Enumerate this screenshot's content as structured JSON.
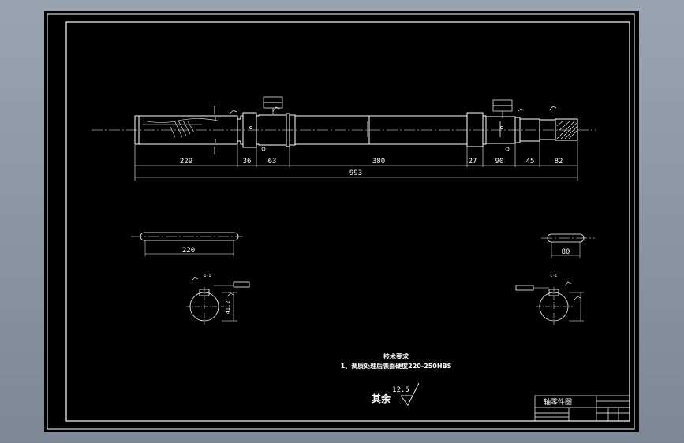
{
  "shaft_dims": {
    "seg1": "229",
    "seg2": "36",
    "seg3": "63",
    "seg4": "380",
    "seg5": "27",
    "seg6": "90",
    "seg7": "45",
    "seg8": "82",
    "overall": "993"
  },
  "keyway_left": {
    "length": "220"
  },
  "keyway_right": {
    "length": "80"
  },
  "section_left": {
    "label": "I-I",
    "depth_dim": "41.2"
  },
  "section_right": {
    "label": "C-C"
  },
  "tech_requirements": {
    "title": "技术要求",
    "item1": "1、调质处理后表面硬度220-250HBS"
  },
  "roughness": {
    "value": "12.5",
    "label": "其余"
  },
  "title_block": {
    "part_name": "轴零件图"
  },
  "colors": {
    "frame_bg": "#8d96a5",
    "sheet": "#000000",
    "lines": "#ffffff"
  }
}
